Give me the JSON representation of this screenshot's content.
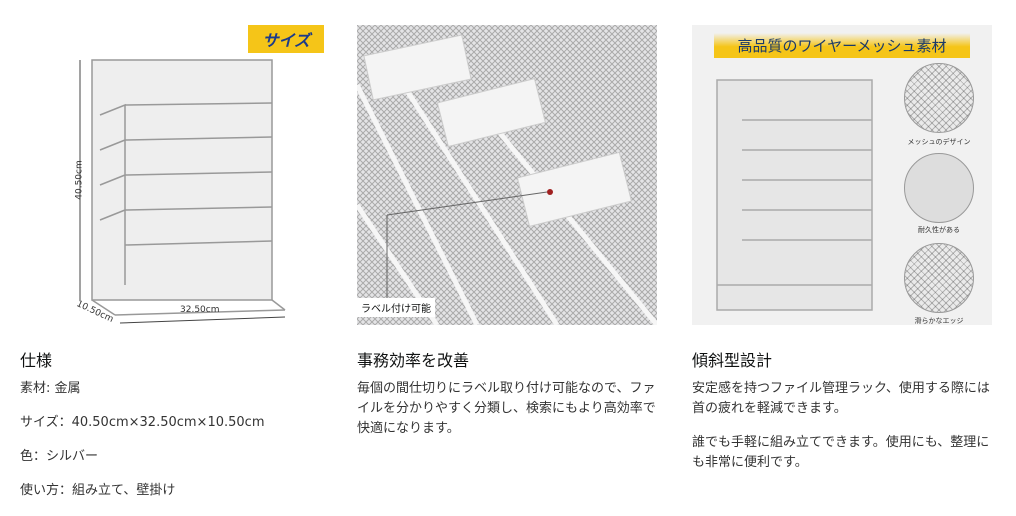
{
  "columns": [
    {
      "badge": "サイズ",
      "dims": {
        "height": "40.50cm",
        "width": "32.50cm",
        "depth": "10.50cm"
      },
      "title": "仕様",
      "lines": [
        "素材: 金属",
        "サイズ：40.50cm×32.50cm×10.50cm",
        "色：シルバー",
        "使い方：組み立て、壁掛け"
      ]
    },
    {
      "image_label": "ラベル付け可能",
      "title": "事務効率を改善",
      "lines": [
        "毎個の間仕切りにラベル取り付け可能なので、ファイルを分かりやすく分類し、検索にもより高効率で快適になります。"
      ]
    },
    {
      "banner": "高品質のワイヤーメッシュ素材",
      "features": [
        "メッシュのデザイン",
        "耐久性がある",
        "滑らかなエッジ"
      ],
      "title": "傾斜型設計",
      "lines": [
        "安定感を持つファイル管理ラック、使用する際には首の疲れを軽減できます。",
        "誰でも手軽に組み立てできます。使用にも、整理にも非常に便利です。"
      ]
    }
  ]
}
